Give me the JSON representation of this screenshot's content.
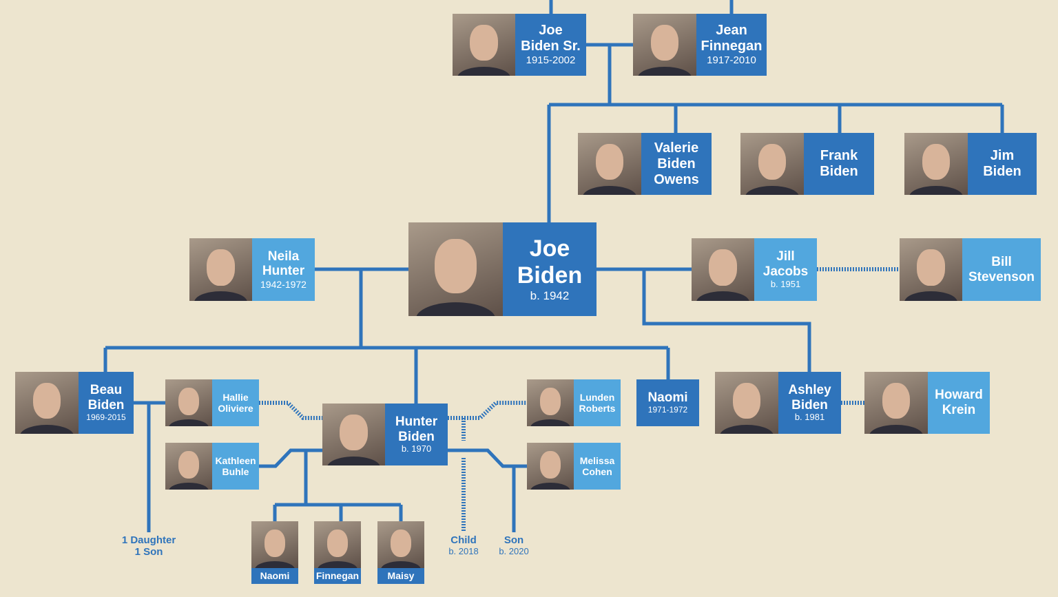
{
  "colors": {
    "background": "#ede5cf",
    "dark_blue": "#2f74bb",
    "light_blue": "#52a7de"
  },
  "people": [
    {
      "id": "joe-sr",
      "name": [
        "Joe",
        "Biden Sr."
      ],
      "dates": "1915-2002"
    },
    {
      "id": "jean",
      "name": [
        "Jean",
        "Finnegan"
      ],
      "dates": "1917-2010"
    },
    {
      "id": "valerie",
      "name": [
        "Valerie",
        "Biden",
        "Owens"
      ],
      "dates": ""
    },
    {
      "id": "frank",
      "name": [
        "Frank",
        "Biden"
      ],
      "dates": ""
    },
    {
      "id": "jim",
      "name": [
        "Jim",
        "Biden"
      ],
      "dates": ""
    },
    {
      "id": "neila",
      "name": [
        "Neila",
        "Hunter"
      ],
      "dates": "1942-1972"
    },
    {
      "id": "joe",
      "name": [
        "Joe",
        "Biden"
      ],
      "dates": "b. 1942"
    },
    {
      "id": "jill",
      "name": [
        "Jill",
        "Jacobs"
      ],
      "dates": "b. 1951"
    },
    {
      "id": "bill",
      "name": [
        "Bill",
        "Stevenson"
      ],
      "dates": ""
    },
    {
      "id": "beau",
      "name": [
        "Beau",
        "Biden"
      ],
      "dates": "1969-2015"
    },
    {
      "id": "hallie",
      "name": [
        "Hallie",
        "Oliviere"
      ],
      "dates": ""
    },
    {
      "id": "kathleen",
      "name": [
        "Kathleen",
        "Buhle"
      ],
      "dates": ""
    },
    {
      "id": "hunter",
      "name": [
        "Hunter",
        "Biden"
      ],
      "dates": "b. 1970"
    },
    {
      "id": "lunden",
      "name": [
        "Lunden",
        "Roberts"
      ],
      "dates": ""
    },
    {
      "id": "melissa",
      "name": [
        "Melissa",
        "Cohen"
      ],
      "dates": ""
    },
    {
      "id": "naomi-d",
      "name": [
        "Naomi"
      ],
      "dates": "1971-1972"
    },
    {
      "id": "ashley",
      "name": [
        "Ashley",
        "Biden"
      ],
      "dates": "b. 1981"
    },
    {
      "id": "howard",
      "name": [
        "Howard",
        "Krein"
      ],
      "dates": ""
    }
  ],
  "grandchildren": [
    "Naomi",
    "Finnegan",
    "Maisy"
  ],
  "notes": {
    "beau_children": [
      "1 Daughter",
      "1 Son"
    ],
    "child": {
      "label": "Child",
      "dates": "b. 2018"
    },
    "son": {
      "label": "Son",
      "dates": "b. 2020"
    }
  }
}
